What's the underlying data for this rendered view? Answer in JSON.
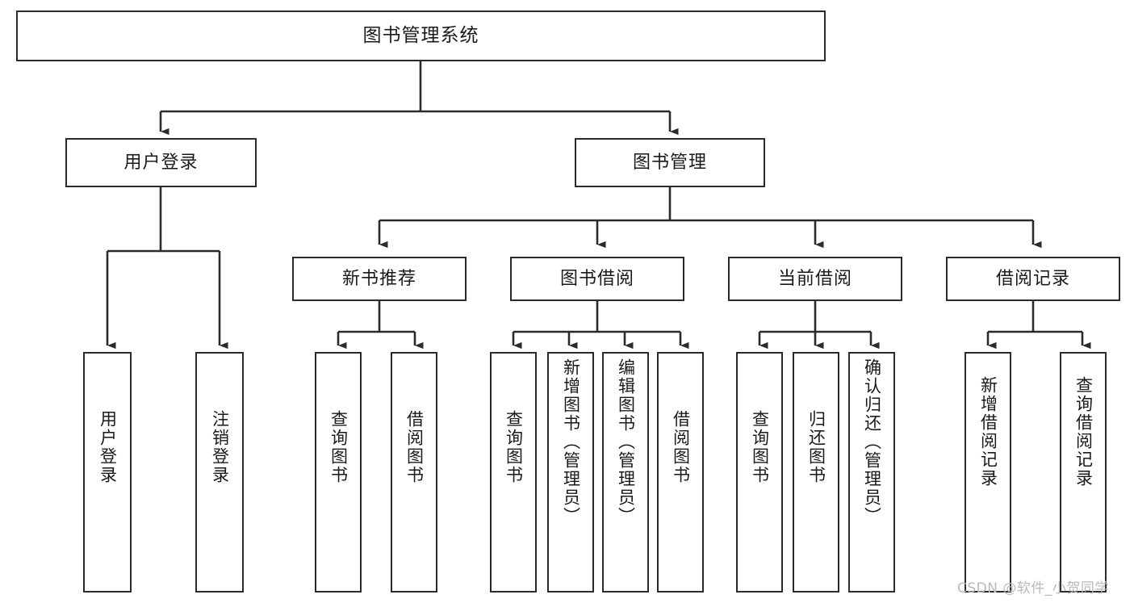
{
  "diagram": {
    "type": "tree-hierarchy-flowchart",
    "title": "图书管理系统",
    "stroke_color": "#2b2b2b",
    "fill_color": "#ffffff",
    "background_color": "#ffffff",
    "watermark": "CSDN @软件_小贺同学",
    "levels": {
      "level1": [
        "图书管理系统"
      ],
      "level2": [
        "用户登录",
        "图书管理"
      ],
      "level3": [
        "新书推荐",
        "图书借阅",
        "当前借阅",
        "借阅记录"
      ],
      "level4": [
        "用户登录",
        "注销登录",
        "查询图书",
        "借阅图书",
        "查询图书",
        "新增图书（管理员）",
        "编辑图书（管理员）",
        "借阅图书",
        "查询图书",
        "归还图书",
        "确认归还（管理员）",
        "新增借阅记录",
        "查询借阅记录"
      ]
    },
    "nodes": {
      "root": {
        "label": "图书管理系统"
      },
      "user_login": {
        "label": "用户登录"
      },
      "book_mgmt": {
        "label": "图书管理"
      },
      "new_book_rec": {
        "label": "新书推荐"
      },
      "book_borrow": {
        "label": "图书借阅"
      },
      "current_borrow": {
        "label": "当前借阅"
      },
      "borrow_record": {
        "label": "借阅记录"
      },
      "leaf_user_login": {
        "label": "用户登录"
      },
      "leaf_logout": {
        "label": "注销登录"
      },
      "leaf_query_book_1": {
        "label": "查询图书"
      },
      "leaf_borrow_book_1": {
        "label": "借阅图书"
      },
      "leaf_query_book_2": {
        "label": "查询图书"
      },
      "leaf_add_book": {
        "label": "新增图书（管理员）"
      },
      "leaf_edit_book": {
        "label": "编辑图书（管理员）"
      },
      "leaf_borrow_book_2": {
        "label": "借阅图书"
      },
      "leaf_query_book_3": {
        "label": "查询图书"
      },
      "leaf_return_book": {
        "label": "归还图书"
      },
      "leaf_confirm_return": {
        "label": "确认归还（管理员）"
      },
      "leaf_add_record": {
        "label": "新增借阅记录"
      },
      "leaf_query_record": {
        "label": "查询借阅记录"
      }
    },
    "edges": [
      {
        "from": "root",
        "to": "user_login"
      },
      {
        "from": "root",
        "to": "book_mgmt"
      },
      {
        "from": "user_login",
        "to": "leaf_user_login"
      },
      {
        "from": "user_login",
        "to": "leaf_logout"
      },
      {
        "from": "book_mgmt",
        "to": "new_book_rec"
      },
      {
        "from": "book_mgmt",
        "to": "book_borrow"
      },
      {
        "from": "book_mgmt",
        "to": "current_borrow"
      },
      {
        "from": "book_mgmt",
        "to": "borrow_record"
      },
      {
        "from": "new_book_rec",
        "to": "leaf_query_book_1"
      },
      {
        "from": "new_book_rec",
        "to": "leaf_borrow_book_1"
      },
      {
        "from": "book_borrow",
        "to": "leaf_query_book_2"
      },
      {
        "from": "book_borrow",
        "to": "leaf_add_book"
      },
      {
        "from": "book_borrow",
        "to": "leaf_edit_book"
      },
      {
        "from": "book_borrow",
        "to": "leaf_borrow_book_2"
      },
      {
        "from": "current_borrow",
        "to": "leaf_query_book_3"
      },
      {
        "from": "current_borrow",
        "to": "leaf_return_book"
      },
      {
        "from": "current_borrow",
        "to": "leaf_confirm_return"
      },
      {
        "from": "borrow_record",
        "to": "leaf_add_record"
      },
      {
        "from": "borrow_record",
        "to": "leaf_query_record"
      }
    ]
  }
}
